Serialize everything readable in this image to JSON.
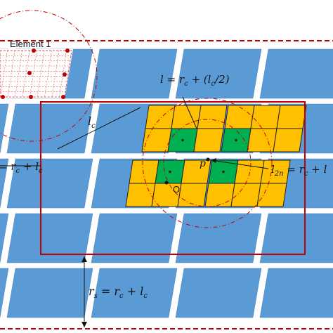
{
  "element_label": "Element 1",
  "labels": {
    "l_c": "l",
    "l_c_sub": "c",
    "l_eq": "l = r",
    "l_eq_tail": " + (l",
    "l_eq_tail2": "/2)",
    "l_eq_sub1": "c",
    "l_eq_sub2": "c",
    "left_eq": "= r",
    "left_eq_sub1": "c",
    "left_eq_mid": " + l",
    "left_eq_sub2": "c",
    "l2n": "l",
    "l2n_sub": "2n",
    "l2n_eq": " = r",
    "l2n_eq_sub1": "c",
    "l2n_eq_mid": " + l",
    "p": "p",
    "O": "O",
    "rs": "r",
    "rs_sub": "s",
    "rs_eq": " = r",
    "rs_eq_sub1": "c",
    "rs_eq_mid": " + l",
    "rs_eq_sub2": "c"
  },
  "colors": {
    "tile_blue": "#5b9bd5",
    "tile_edge": "#4a86c0",
    "yellow": "#ffc000",
    "green": "#00b050",
    "red_frame": "#c00000",
    "red_dash": "#c00000",
    "mesh": "#e05050"
  }
}
